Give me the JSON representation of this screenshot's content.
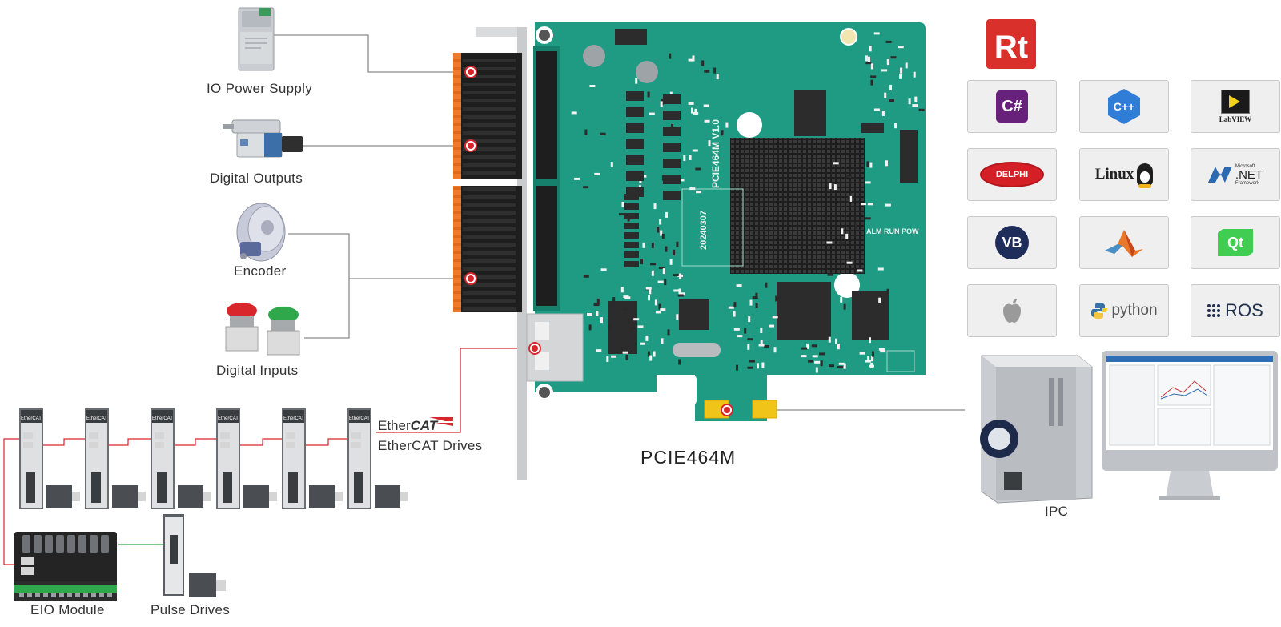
{
  "labels": {
    "io_power_supply": "IO Power Supply",
    "digital_outputs": "Digital Outputs",
    "encoder": "Encoder",
    "digital_inputs": "Digital Inputs",
    "ethercat_drives": "EtherCAT Drives",
    "eio_module": "EIO Module",
    "pulse_drives": "Pulse Drives",
    "card_name": "PCIE464M",
    "ipc": "IPC"
  },
  "card": {
    "silkscreen_model": "PCIE464M V1.0",
    "silkscreen_date": "20240307",
    "led_labels": "ALM  RUN POW"
  },
  "ethercat_logo": {
    "text_ether": "Ether",
    "text_cat": "CAT"
  },
  "drive_badge": "EtherCAT",
  "drive_count": 6,
  "software_tiles": [
    {
      "name": "csharp",
      "text": "C#"
    },
    {
      "name": "cplusplus",
      "text": "C++"
    },
    {
      "name": "labview",
      "text": "LabVIEW"
    },
    {
      "name": "delphi",
      "text": "DELPHI"
    },
    {
      "name": "linux",
      "text": "Linux"
    },
    {
      "name": "dotnet",
      "text": ".NET",
      "sub1": "Microsoft",
      "sub2": "Framework"
    },
    {
      "name": "vb",
      "text": "VB"
    },
    {
      "name": "matlab",
      "text": ""
    },
    {
      "name": "qt",
      "text": "Qt"
    },
    {
      "name": "apple",
      "text": ""
    },
    {
      "name": "python",
      "text": "python"
    },
    {
      "name": "ros",
      "text": "ROS"
    }
  ],
  "rt_logo": "Rt",
  "colors": {
    "pcb_green": "#1f9b84",
    "pcb_dark": "#17806d",
    "terminal_orange": "#f07a2b",
    "connector_red": "#d8262c",
    "line_gray": "#8a8a8a",
    "line_red": "#d8262c",
    "line_green": "#2ea84a",
    "heatsink": "#2b2b2b",
    "tile_bg": "#efefef"
  }
}
